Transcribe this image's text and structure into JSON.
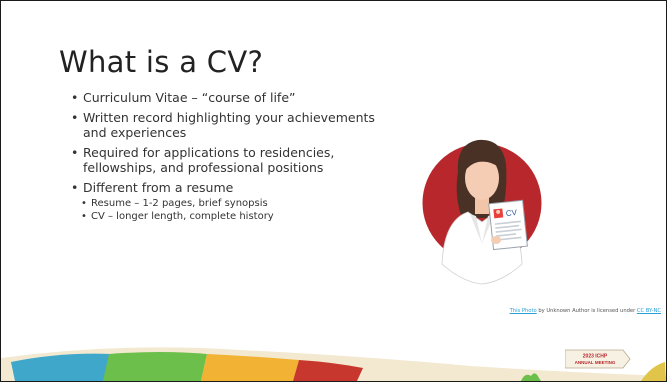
{
  "slide": {
    "title": "What is a CV?",
    "bullets": [
      "Curriculum Vitae – “course of life”",
      "Written record highlighting your achievements and experiences",
      "Required for applications to residencies, fellowships, and professional positions",
      "Different from a resume"
    ],
    "sub_bullets": [
      "Resume – 1-2 pages, brief synopsis",
      "CV – longer length, complete history"
    ],
    "illustration": {
      "cv_label": "CV",
      "circle_color": "#b8272b"
    },
    "caption": {
      "link_text": "This Photo",
      "middle_text": " by Unknown Author is licensed under ",
      "license_text": "CC BY-NC"
    },
    "badge": {
      "line1": "2023 ICHP",
      "line2": "ANNUAL MEETING"
    },
    "colors": {
      "banner": [
        "#3fa7c9",
        "#6cbf4a",
        "#f2b233",
        "#c8372d"
      ]
    }
  }
}
